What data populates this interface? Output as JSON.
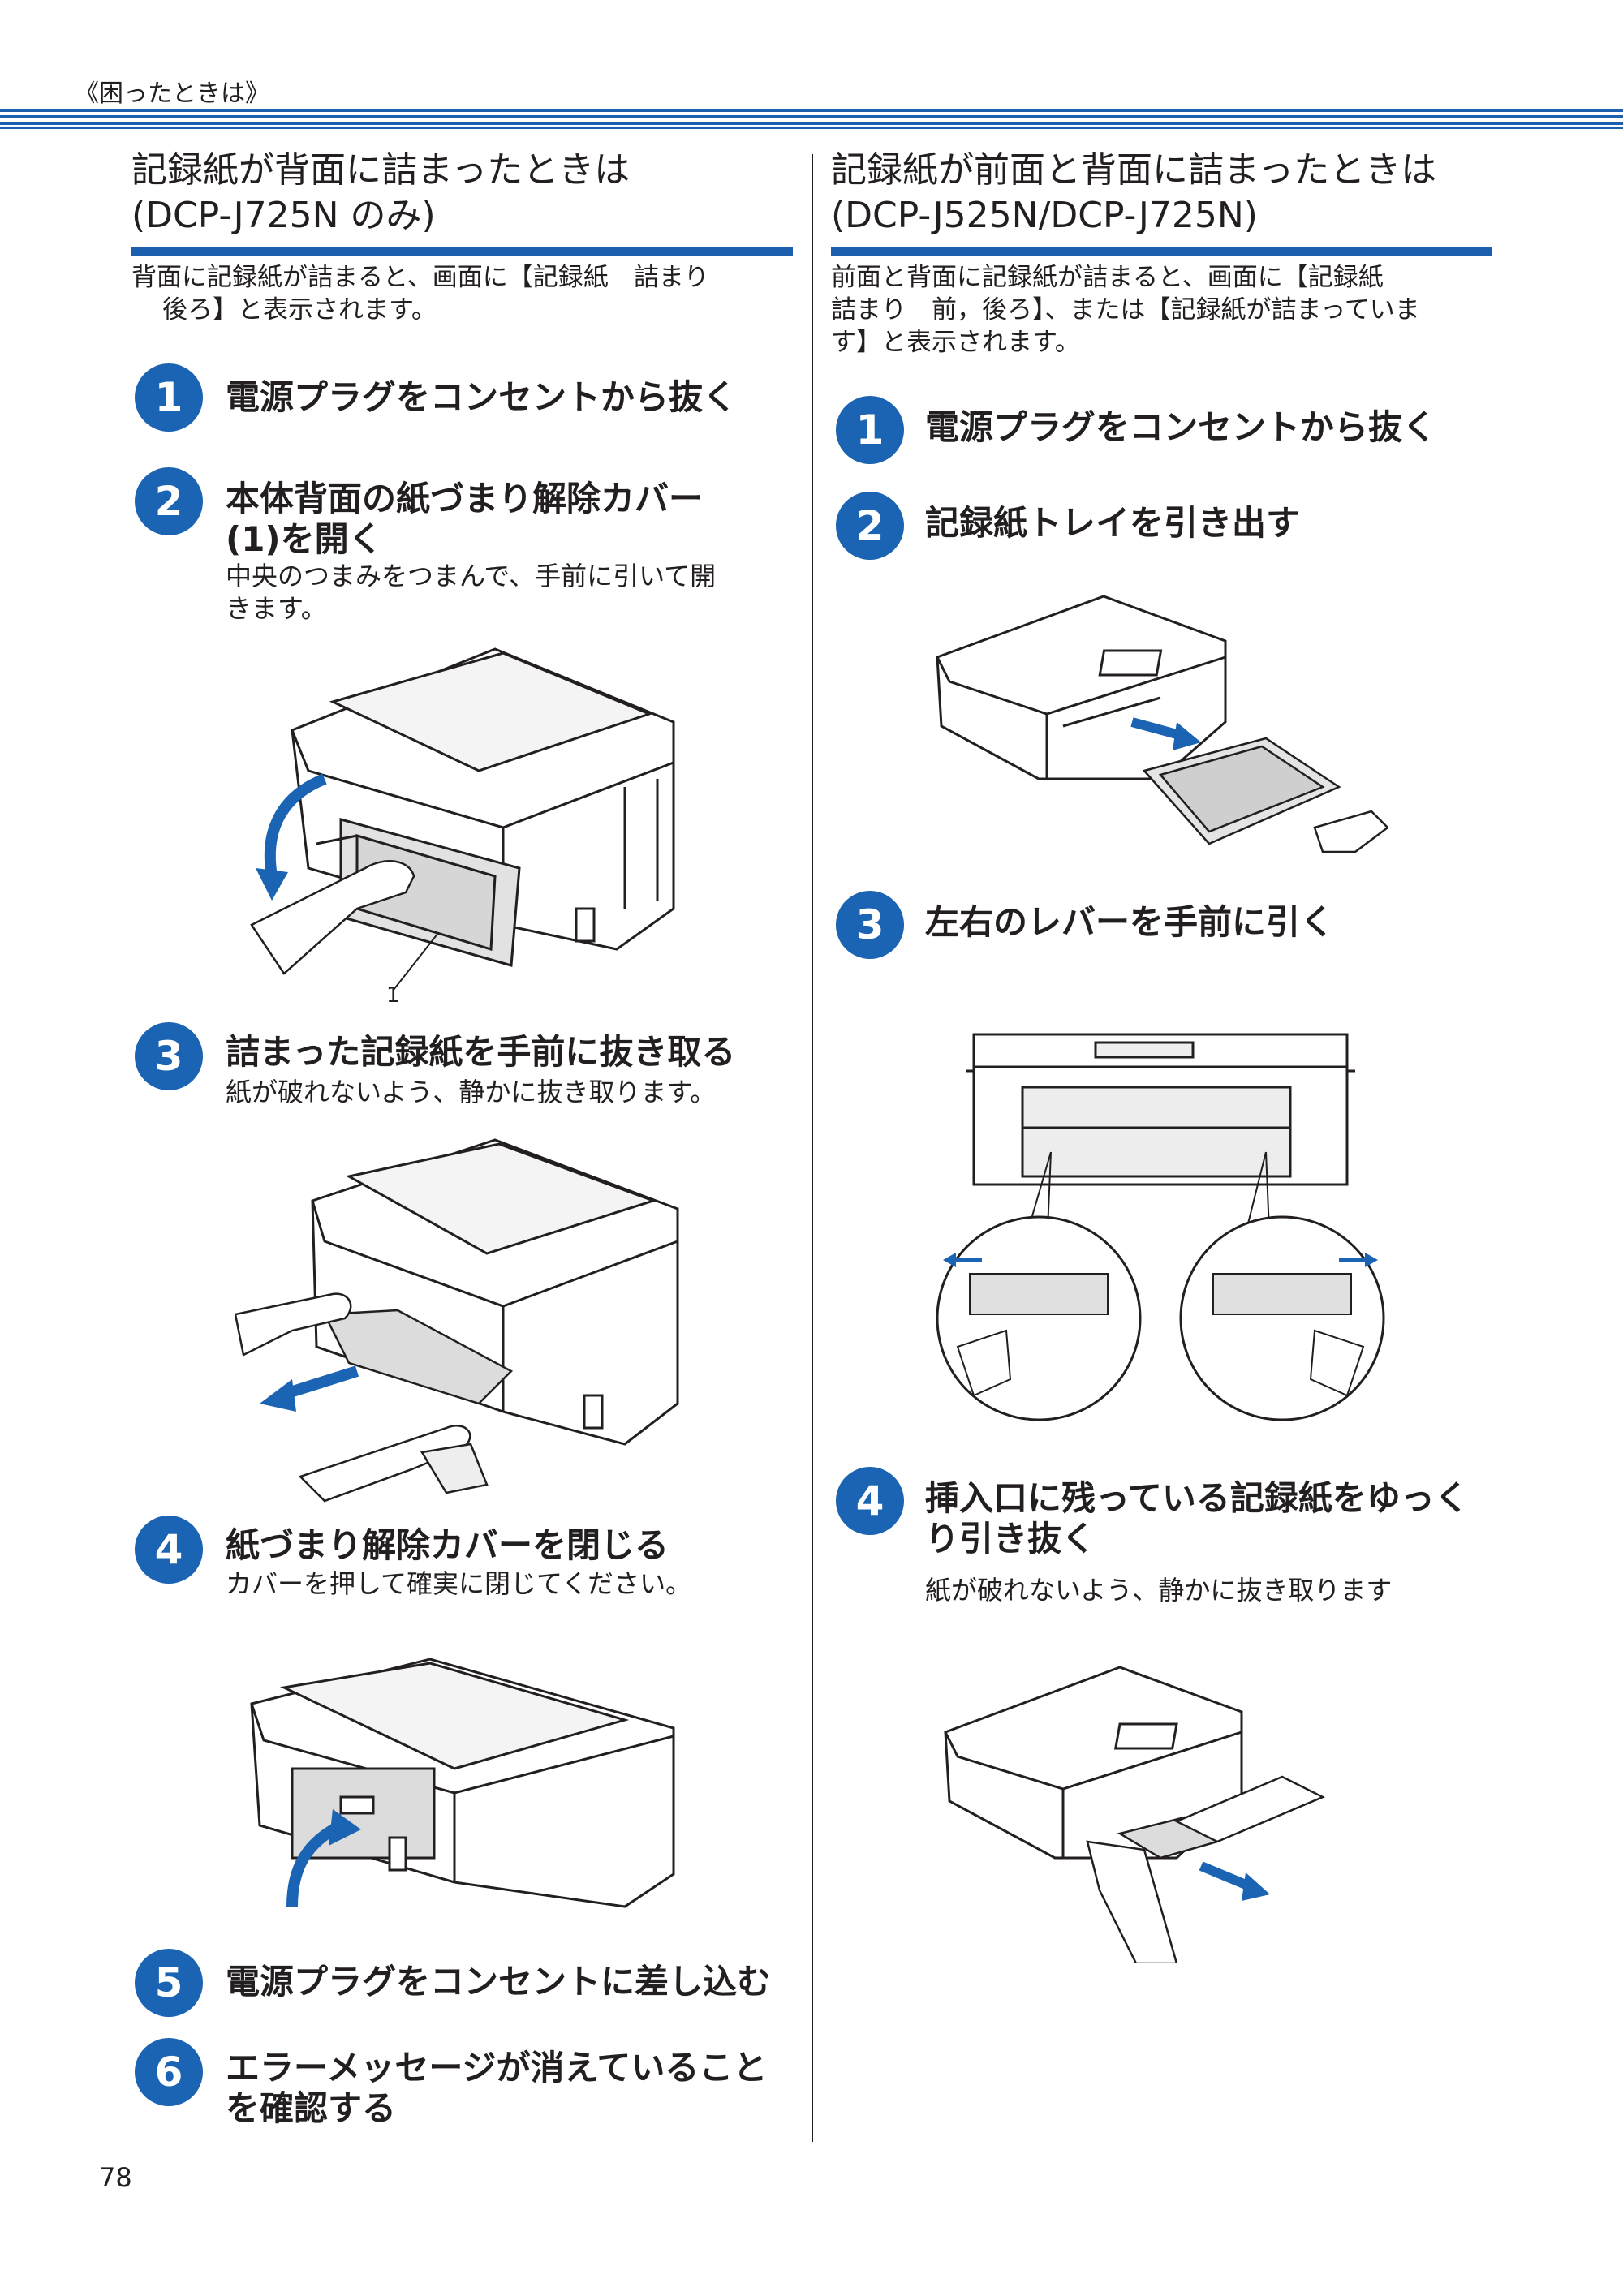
{
  "header": {
    "label": "《困ったときは》"
  },
  "page_number": "78",
  "left": {
    "title_line1": "記録紙が背面に詰まったときは",
    "title_line2": "(DCP-J725N のみ)",
    "intro_line1": "背面に記録紙が詰まると、画面に【記録紙　詰まり",
    "intro_line2": "後ろ】と表示されます。",
    "steps": [
      {
        "num": "1",
        "title": "電源プラグをコンセントから抜く"
      },
      {
        "num": "2",
        "title_line1": "本体背面の紙づまり解除カバー",
        "title_line2": "(1)を開く",
        "desc_line1": "中央のつまみをつまんで、手前に引いて開",
        "desc_line2": "きます。"
      },
      {
        "num": "3",
        "title": "詰まった記録紙を手前に抜き取る",
        "desc": "紙が破れないよう、静かに抜き取ります。"
      },
      {
        "num": "4",
        "title": "紙づまり解除カバーを閉じる",
        "desc": "カバーを押して確実に閉じてください。"
      },
      {
        "num": "5",
        "title": "電源プラグをコンセントに差し込む"
      },
      {
        "num": "6",
        "title_line1": "エラーメッセージが消えていること",
        "title_line2": "を確認する"
      }
    ],
    "callout_label": "1"
  },
  "right": {
    "title_line1": "記録紙が前面と背面に詰まったときは",
    "title_line2": "(DCP-J525N/DCP-J725N)",
    "intro_line1": "前面と背面に記録紙が詰まると、画面に【記録紙",
    "intro_line2": "詰まり　前，後ろ】、または【記録紙が詰まっていま",
    "intro_line3": "す】と表示されます。",
    "steps": [
      {
        "num": "1",
        "title": "電源プラグをコンセントから抜く"
      },
      {
        "num": "2",
        "title": "記録紙トレイを引き出す"
      },
      {
        "num": "3",
        "title": "左右のレバーを手前に引く"
      },
      {
        "num": "4",
        "title_line1": "挿入口に残っている記録紙をゆっく",
        "title_line2": "り引き抜く",
        "desc": "紙が破れないよう、静かに抜き取ります"
      }
    ]
  },
  "colors": {
    "accent_blue": "#1b63b3",
    "rule_blue": "#1b5fae",
    "text": "#231f20"
  },
  "icons": [
    "arrow-open-icon",
    "arrow-pull-icon",
    "arrow-close-icon",
    "arrow-left-icon",
    "arrow-right-icon"
  ]
}
